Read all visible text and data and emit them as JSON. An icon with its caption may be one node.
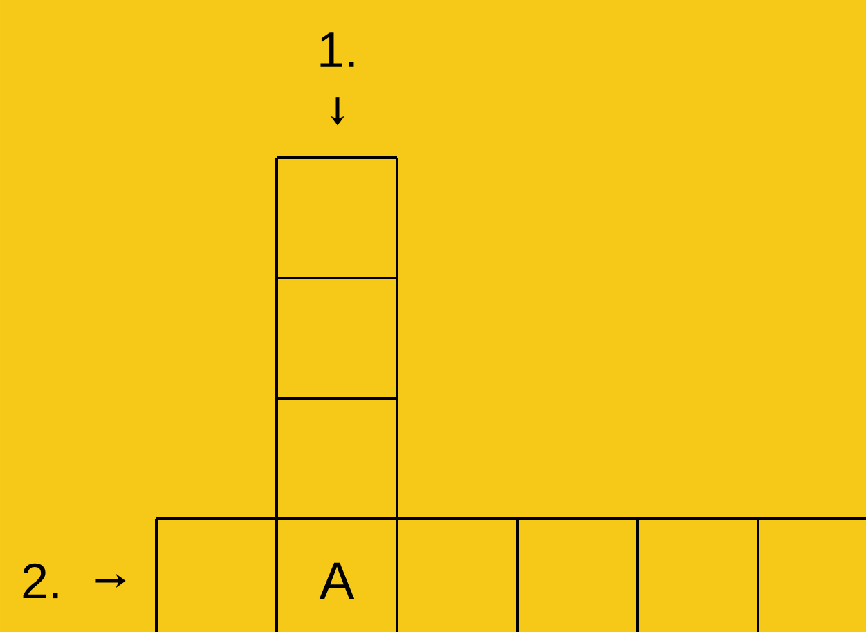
{
  "diagram": {
    "nodes": [
      {
        "text": [
          "1."
        ]
      },
      {
        "text": [],
        "shape": "box"
      },
      {
        "text": [],
        "shape": "box"
      },
      {
        "text": [],
        "shape": "box"
      },
      {
        "text": [
          "2."
        ]
      },
      {
        "text": [],
        "shape": "box"
      },
      {
        "text": [
          "A"
        ]
      },
      {
        "text": [],
        "shape": "box"
      },
      {
        "text": [],
        "shape": "box"
      },
      {
        "text": [],
        "shape": "box"
      },
      {
        "text": [],
        "shape": "box"
      }
    ],
    "edges": [
      {
        "from": 0,
        "to": 1,
        "arrow": "to"
      },
      {
        "from": 4,
        "to": 5,
        "arrow": "to"
      }
    ]
  }
}
